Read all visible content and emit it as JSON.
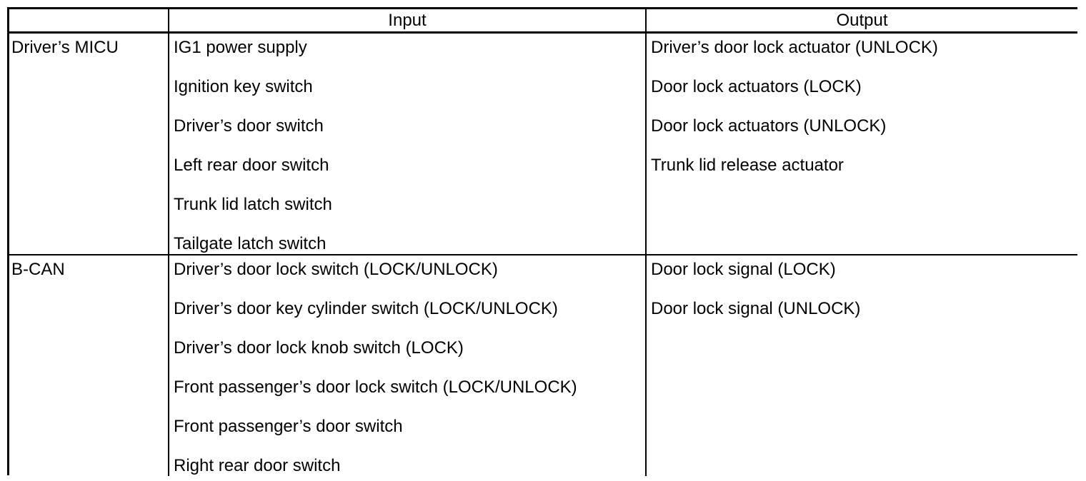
{
  "table": {
    "headers": {
      "unit": "",
      "input": "Input",
      "output": "Output"
    },
    "rows": [
      {
        "unit": "Driver’s MICU",
        "inputs": [
          "IG1 power supply",
          "Ignition key switch",
          "Driver’s door switch",
          "Left rear door switch",
          "Trunk lid latch switch",
          "Tailgate latch switch"
        ],
        "outputs": [
          "Driver’s door lock actuator (UNLOCK)",
          "Door lock actuators (LOCK)",
          "Door lock actuators (UNLOCK)",
          "Trunk lid release actuator"
        ]
      },
      {
        "unit": "B-CAN",
        "inputs": [
          "Driver’s door lock switch (LOCK/UNLOCK)",
          "Driver’s door key cylinder switch (LOCK/UNLOCK)",
          "Driver’s door lock knob switch (LOCK)",
          "Front passenger’s door lock switch (LOCK/UNLOCK)",
          "Front passenger’s door switch",
          "Right rear door switch"
        ],
        "outputs": [
          "Door lock signal (LOCK)",
          "Door lock signal (UNLOCK)"
        ]
      }
    ]
  },
  "colors": {
    "border": "#000000",
    "text": "#000000",
    "background": "#ffffff"
  }
}
